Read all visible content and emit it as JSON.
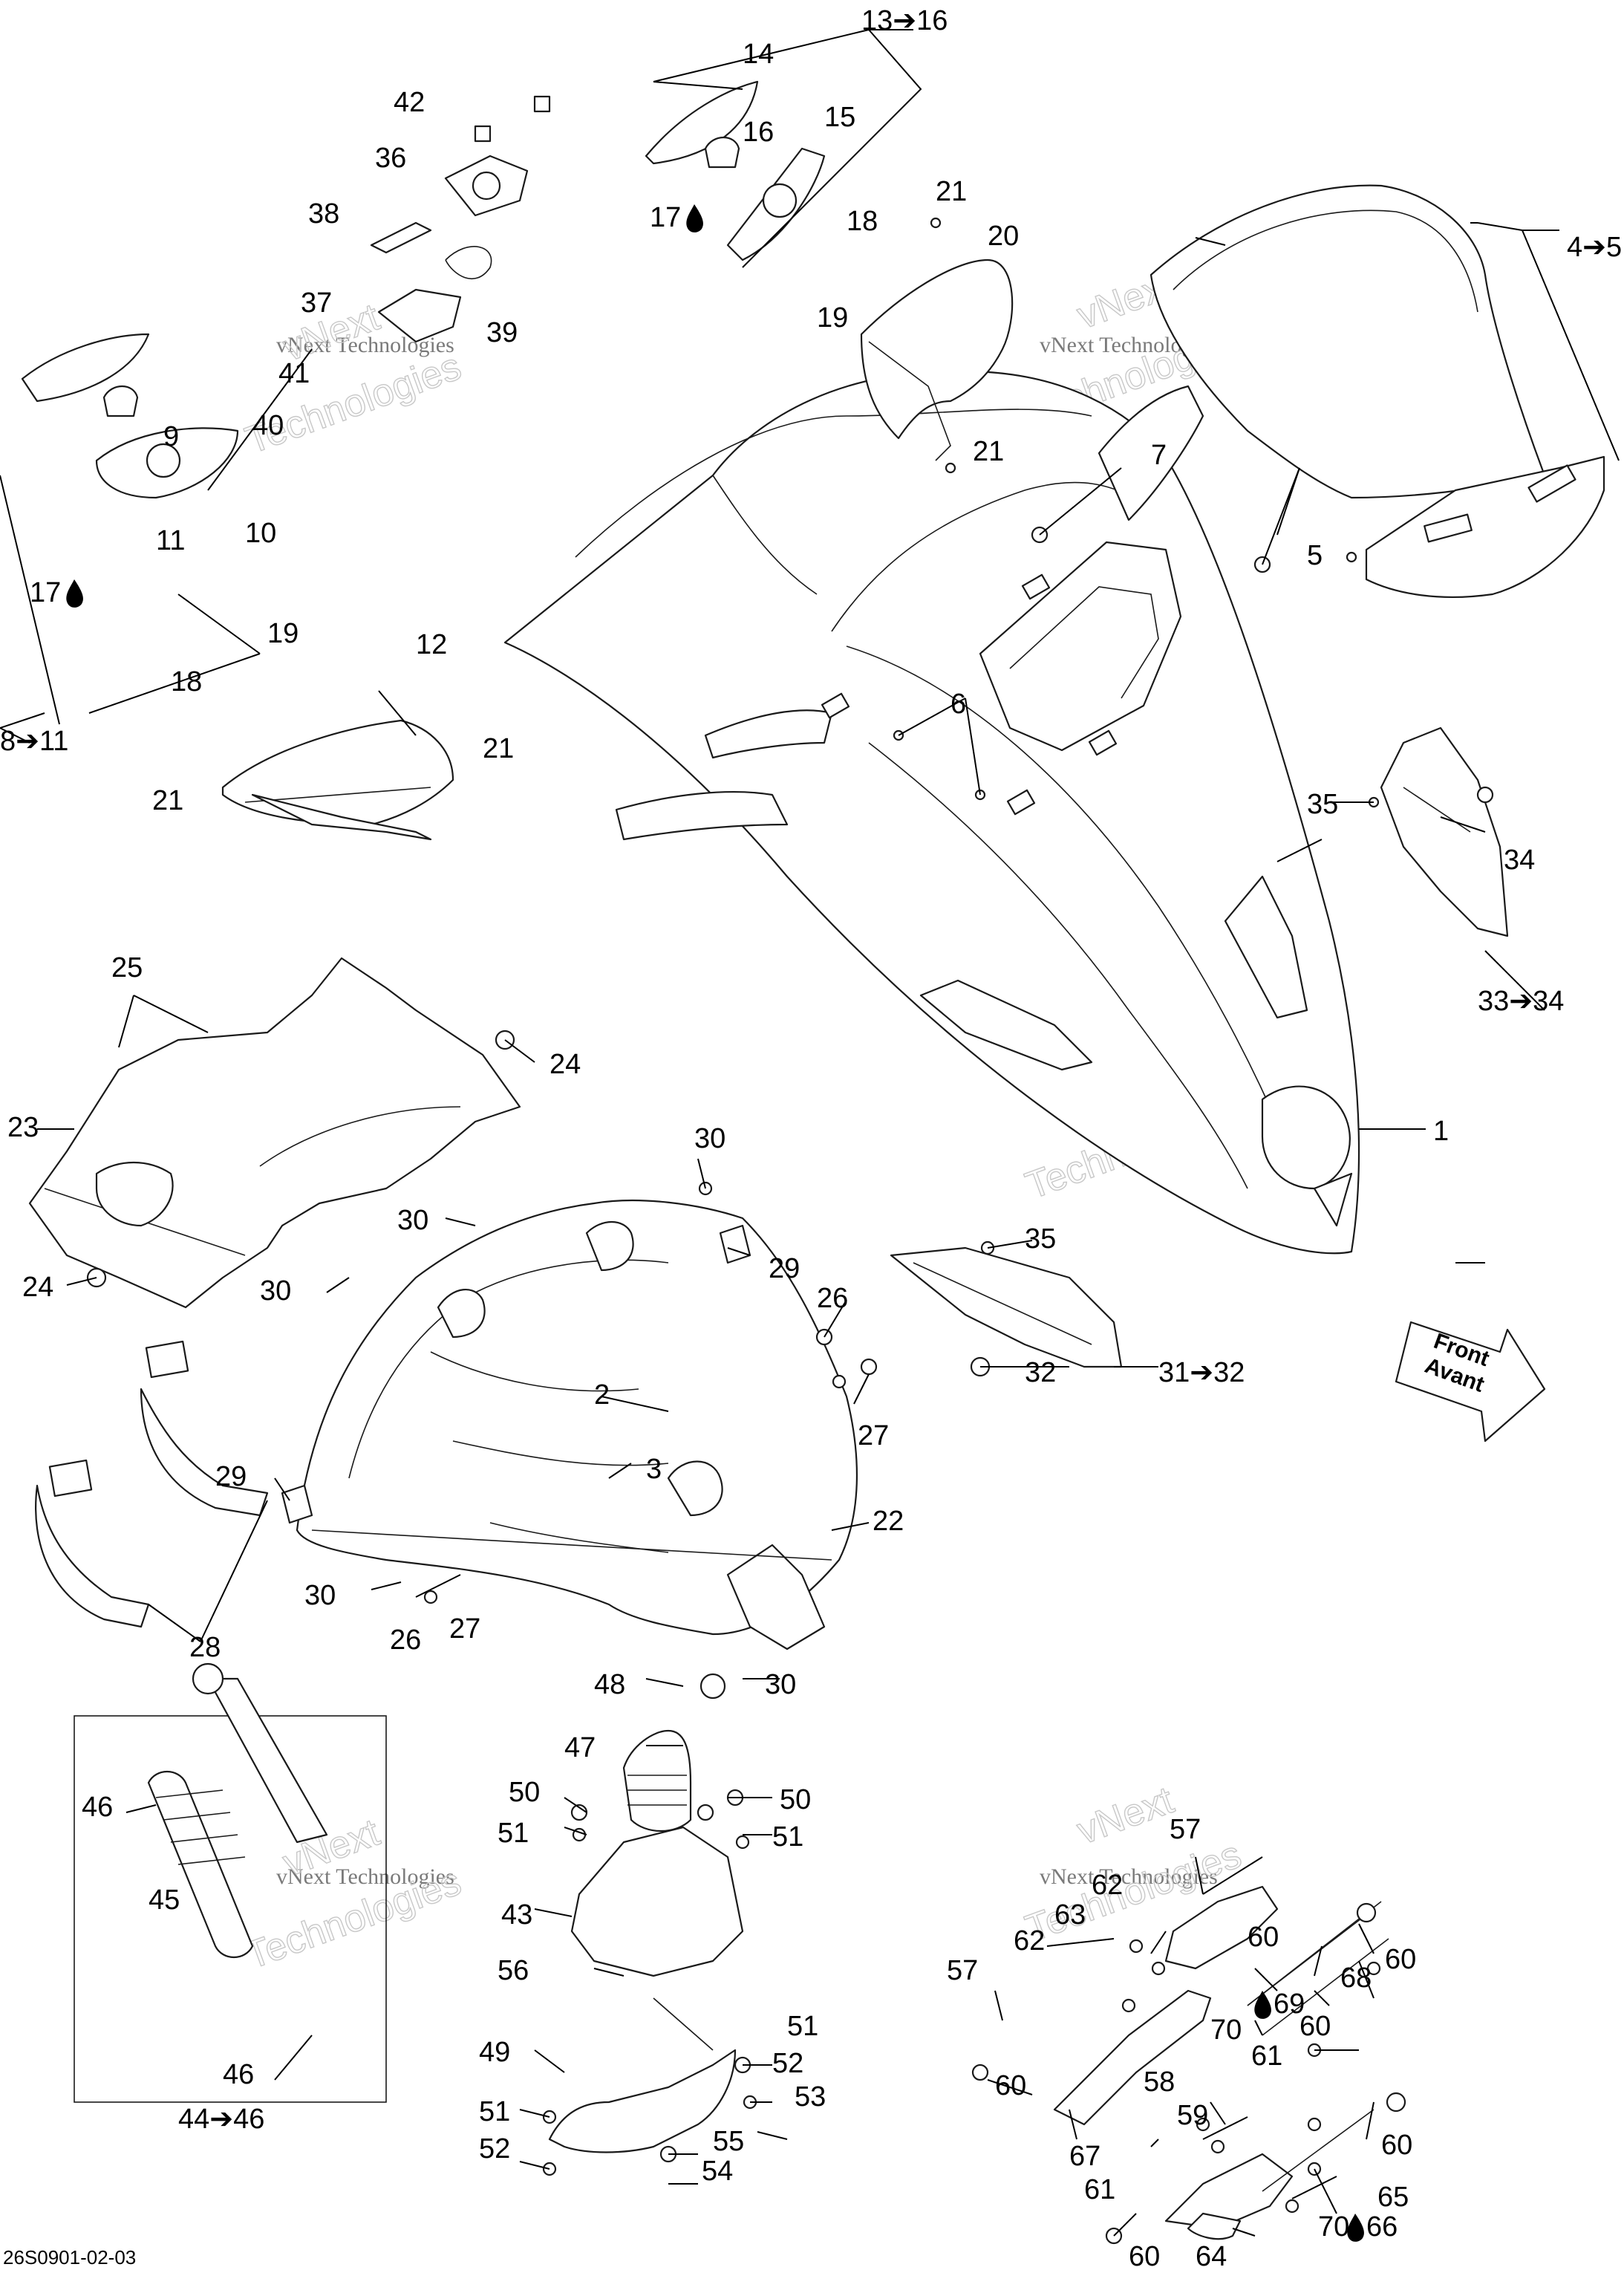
{
  "reference": "26S0901-02-03",
  "watermark": {
    "line1": "vNext Technologies",
    "line2a": "vNext",
    "line2b": "Technologies"
  },
  "direction": {
    "line1": "Front",
    "line2": "Avant"
  },
  "callouts": {
    "c1": "1",
    "c2": "2",
    "c3": "3",
    "c4_5": "4➔5",
    "c5": "5",
    "c6": "6",
    "c7": "7",
    "c8_11": "8➔11",
    "c9": "9",
    "c10": "10",
    "c11": "11",
    "c12": "12",
    "c13_16": "13➔16",
    "c14": "14",
    "c15": "15",
    "c16": "16",
    "c17": "17",
    "c18": "18",
    "c19": "19",
    "c20": "20",
    "c21": "21",
    "c22": "22",
    "c23": "23",
    "c24": "24",
    "c25": "25",
    "c26": "26",
    "c27": "27",
    "c28": "28",
    "c29": "29",
    "c30": "30",
    "c31_32": "31➔32",
    "c32": "32",
    "c33_34": "33➔34",
    "c34": "34",
    "c35": "35",
    "c36": "36",
    "c37": "37",
    "c38": "38",
    "c39": "39",
    "c40": "40",
    "c41": "41",
    "c42": "42",
    "c43": "43",
    "c44_46": "44➔46",
    "c45": "45",
    "c46": "46",
    "c47": "47",
    "c48": "48",
    "c49": "49",
    "c50": "50",
    "c51": "51",
    "c52": "52",
    "c53": "53",
    "c54": "54",
    "c55": "55",
    "c56": "56",
    "c57": "57",
    "c58": "58",
    "c59": "59",
    "c60": "60",
    "c61": "61",
    "c62": "62",
    "c63": "63",
    "c64": "64",
    "c65": "65",
    "c66": "66",
    "c67": "67",
    "c68": "68",
    "c69": "69",
    "c70": "70"
  }
}
